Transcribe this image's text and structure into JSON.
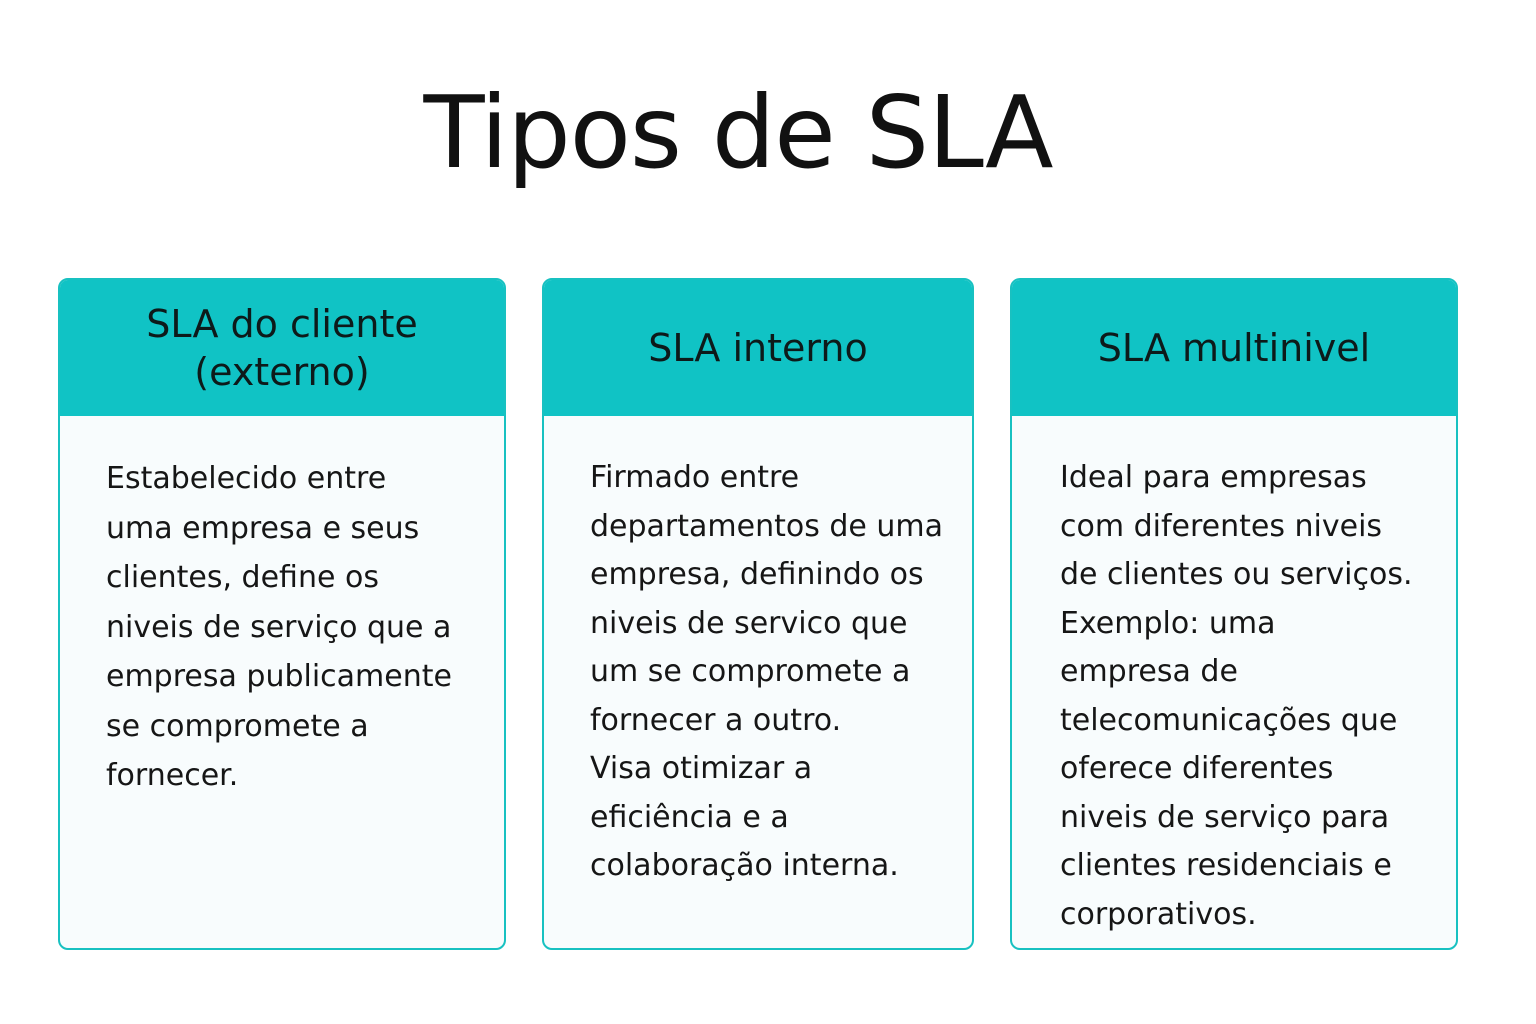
{
  "title": "Tipos de SLA",
  "colors": {
    "accent": "#10c3c5",
    "border": "#18c1c1",
    "card_background": "#f8fcfd",
    "text": "#111111"
  },
  "cards": [
    {
      "title": "SLA do cliente\n(externo)",
      "lines": [
        "Estabelecido entre",
        "uma empresa e seus",
        "clientes, define os",
        "niveis de serviço que a",
        "empresa publicamente",
        "se compromete a",
        "fornecer."
      ]
    },
    {
      "title": "SLA interno",
      "lines": [
        "Firmado entre",
        "departamentos de uma",
        "empresa, definindo os",
        "niveis de servico que",
        "um se compromete a",
        "fornecer a outro.",
        "Visa otimizar a",
        "eficiência e a",
        "colaboração interna."
      ]
    },
    {
      "title": "SLA multinivel",
      "lines": [
        "Ideal para empresas",
        "com diferentes niveis",
        "de clientes ou serviços.",
        "Exemplo: uma",
        "empresa de",
        "telecomunicações que",
        "oferece diferentes",
        "niveis de serviço para",
        "clientes residenciais e",
        "corporativos."
      ]
    }
  ]
}
